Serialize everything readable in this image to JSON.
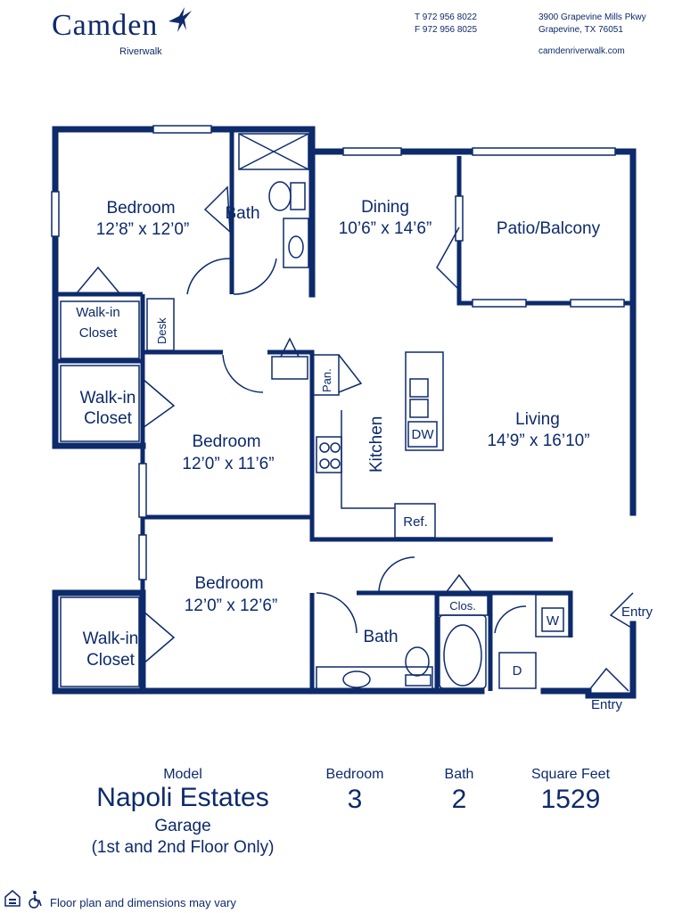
{
  "brand": {
    "name": "Camden",
    "community": "Riverwalk",
    "color": "#0d2a6b"
  },
  "contact": {
    "phone": "T 972 956 8022",
    "fax": "F 972 956 8025",
    "address_line1": "3900 Grapevine Mills Pkwy",
    "address_line2": "Grapevine, TX 76051",
    "website": "camdenriverwalk.com"
  },
  "rooms": {
    "bedroom1_name": "Bedroom",
    "bedroom1_size": "12’8” x 12’0”",
    "bath1": "Bath",
    "dining_name": "Dining",
    "dining_size": "10’6” x 14’6”",
    "patio": "Patio/Balcony",
    "walkin1_a": "Walk-in",
    "walkin1_b": "Closet",
    "desk": "Desk",
    "walkin2_a": "Walk-in",
    "walkin2_b": "Closet",
    "pantry": "Pan.",
    "dw": "DW",
    "kitchen": "Kitchen",
    "living_name": "Living",
    "living_size": "14’9” x 16’10”",
    "bedroom2_name": "Bedroom",
    "bedroom2_size": "12’0” x 11’6”",
    "ref": "Ref.",
    "bedroom3_name": "Bedroom",
    "bedroom3_size": "12’0” x 12’6”",
    "walkin3_a": "Walk-in",
    "walkin3_b": "Closet",
    "bath2": "Bath",
    "clos": "Clos.",
    "washer": "W",
    "dryer": "D",
    "entry1": "Entry",
    "entry2": "Entry"
  },
  "summary": {
    "model_label": "Model",
    "model_name": "Napoli Estates",
    "model_sub1": "Garage",
    "model_sub2": "(1st and 2nd Floor Only)",
    "bedroom_label": "Bedroom",
    "bedroom_value": "3",
    "bath_label": "Bath",
    "bath_value": "2",
    "sqft_label": "Square Feet",
    "sqft_value": "1529"
  },
  "disclaimer": "Floor plan and dimensions may vary",
  "icons": [
    "heron-logo-icon",
    "equal-housing-icon",
    "wheelchair-icon"
  ]
}
